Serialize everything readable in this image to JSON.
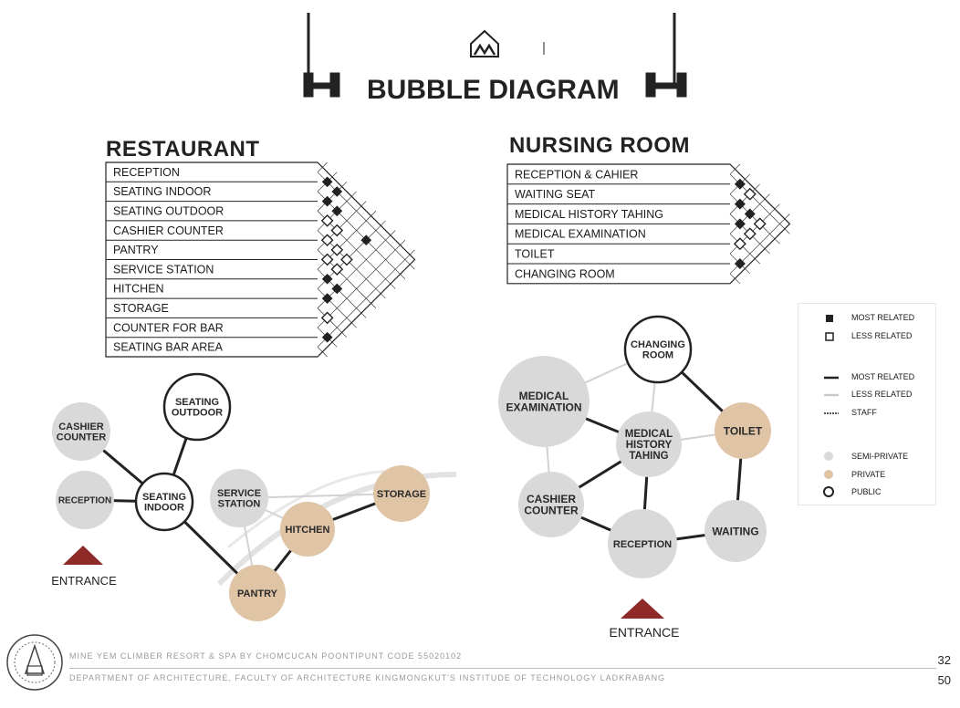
{
  "title": "BUBBLE DIAGRAM",
  "colors": {
    "semi_private": "#d9d9d9",
    "private": "#dfc4a6",
    "public": "#ffffff",
    "entrance": "#8e2a28",
    "line": "#222222"
  },
  "restaurant": {
    "title": "RESTAURANT",
    "rows": [
      "RECEPTION",
      "SEATING INDOOR",
      "SEATING OUTDOOR",
      "CASHIER COUNTER",
      "PANTRY",
      "SERVICE STATION",
      "HITCHEN",
      "STORAGE",
      "COUNTER FOR BAR",
      "SEATING BAR AREA"
    ]
  },
  "nursing": {
    "title": "NURSING ROOM",
    "rows": [
      "RECEPTION & CAHIER",
      "WAITING SEAT",
      "MEDICAL HISTORY TAHING",
      "MEDICAL EXAMINATION",
      "TOILET",
      "CHANGING ROOM"
    ]
  },
  "legend": {
    "matrix_most": "MOST RELATED",
    "matrix_less": "LESS RELATED",
    "line_most": "MOST RELATED",
    "line_less": "LESS RELATED",
    "line_staff": "STAFF",
    "semi_private": "SEMI-PRIVATE",
    "private": "PRIVATE",
    "public": "PUBLIC"
  },
  "restaurant_bubbles": {
    "cashier": [
      "CASHIER",
      "COUNTER"
    ],
    "reception": [
      "RECEPTION"
    ],
    "seating_indoor": [
      "SEATING",
      "INDOOR"
    ],
    "seating_outdoor": [
      "SEATING",
      "OUTDOOR"
    ],
    "service_station": [
      "SERVICE",
      "STATION"
    ],
    "kitchen": [
      "HITCHEN"
    ],
    "storage": [
      "STORAGE"
    ],
    "pantry": [
      "PANTRY"
    ],
    "entrance": "ENTRANCE"
  },
  "nursing_bubbles": {
    "changing": [
      "CHANGING",
      "ROOM"
    ],
    "medical_exam": [
      "MEDICAL",
      "EXAMINATION"
    ],
    "history": [
      "MEDICAL",
      "HISTORY",
      "TAHING"
    ],
    "toilet": [
      "TOILET"
    ],
    "cashier": [
      "CASHIER",
      "COUNTER"
    ],
    "reception": [
      "RECEPTION"
    ],
    "waiting": [
      "WAITING"
    ],
    "entrance": "ENTRANCE"
  },
  "footer": {
    "line1": "MINE YEM CLIMBER RESORT & SPA BY CHOMCUCAN POONTIPUNT CODE 55020102",
    "line2": "DEPARTMENT OF ARCHITECTURE, FACULTY OF ARCHITECTURE KINGMONGKUT'S INSTITUDE OF TECHNOLOGY LADKRABANG",
    "page_a": "32",
    "page_b": "50"
  }
}
